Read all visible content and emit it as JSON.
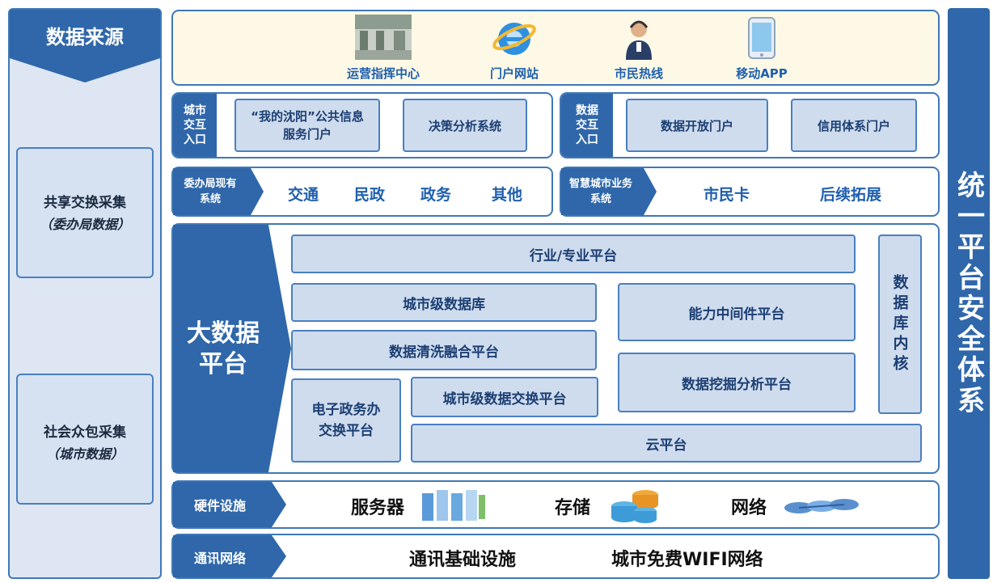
{
  "left_column": {
    "title": "数据来源",
    "shared": {
      "line1": "共享交换采集",
      "line2": "（委办局数据）"
    },
    "crowd": {
      "line1": "社会众包采集",
      "line2": "（城市数据）"
    }
  },
  "right_column": {
    "title": "统一平台安全体系"
  },
  "top_portals": [
    {
      "label": "运营指挥中心",
      "icon": "control-room-icon"
    },
    {
      "label": "门户网站",
      "icon": "internet-explorer-icon"
    },
    {
      "label": "市民热线",
      "icon": "hotline-operator-icon"
    },
    {
      "label": "移动APP",
      "icon": "mobile-app-icon"
    }
  ],
  "city_entry": {
    "label": "城市交互入口",
    "items": [
      "“我的沈阳”公共信息服务门户",
      "决策分析系统"
    ]
  },
  "data_entry": {
    "label": "数据交互入口",
    "items": [
      "数据开放门户",
      "信用体系门户"
    ]
  },
  "agency_row": {
    "label": "委办局现有系统",
    "items": [
      "交通",
      "民政",
      "政务",
      "其他"
    ]
  },
  "smart_row": {
    "label": "智慧城市业务系统",
    "items": [
      "市民卡",
      "后续拓展"
    ]
  },
  "big_data": {
    "title": "大数据平台",
    "industry": "行业/专业平台",
    "city_db": "城市级数据库",
    "capability": "能力中间件平台",
    "cleansing": "数据清洗融合平台",
    "mining": "数据挖掘分析平台",
    "egov": "电子政务办交换平台",
    "exchange": "城市级数据交换平台",
    "cloud": "云平台",
    "kernel": "数据库内核"
  },
  "hardware": {
    "label": "硬件设施",
    "items": [
      {
        "label": "服务器",
        "icon": "server-icon"
      },
      {
        "label": "存储",
        "icon": "storage-icon"
      },
      {
        "label": "网络",
        "icon": "network-icon"
      }
    ]
  },
  "comm": {
    "label": "通讯网络",
    "items": [
      "通讯基础设施",
      "城市免费WIFI网络"
    ]
  },
  "colors": {
    "navy": "#2f67aa",
    "light_box": "#cfdcee",
    "portal_bg": "#fdf9e6",
    "text_blue": "#1f5fae"
  }
}
